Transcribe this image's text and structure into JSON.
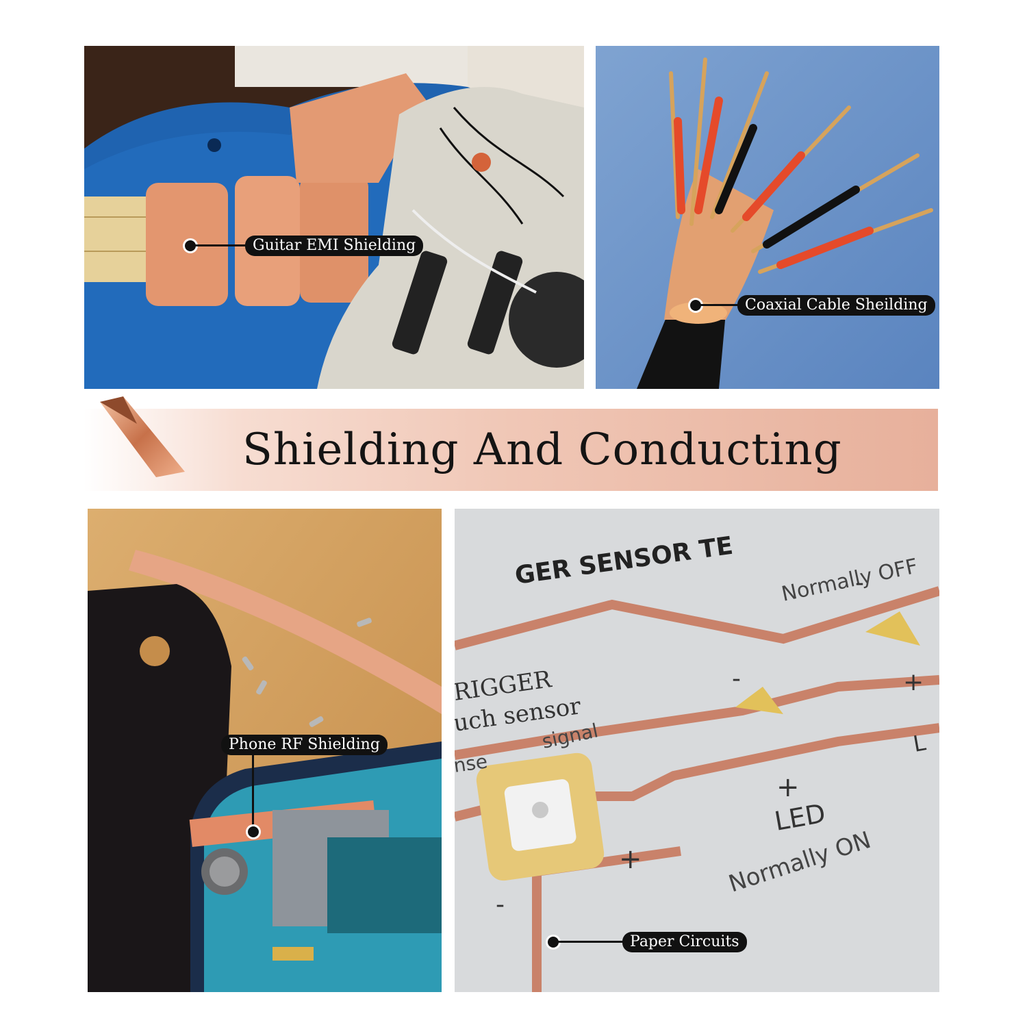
{
  "banner": {
    "title": "Shielding And Conducting"
  },
  "panels": {
    "guitar": {
      "label": "Guitar EMI Shielding"
    },
    "cable": {
      "label": "Coaxial Cable Sheilding"
    },
    "phone": {
      "label": "Phone RF Shielding"
    },
    "paper": {
      "label": "Paper Circuits"
    }
  },
  "paper_text": {
    "header": "GER SENSOR TE",
    "normally_off": "Normally OFF",
    "trigger": "RIGGER",
    "touch_sensor": "uch sensor",
    "signal": "signal",
    "sense": "nse",
    "led": "LED",
    "normally_on": "Normally ON",
    "plus": "+",
    "minus": "-",
    "l": "L"
  },
  "colors": {
    "copper": "#d9926e",
    "banner_accent": "#e7b09b",
    "label_bg": "#111111"
  }
}
